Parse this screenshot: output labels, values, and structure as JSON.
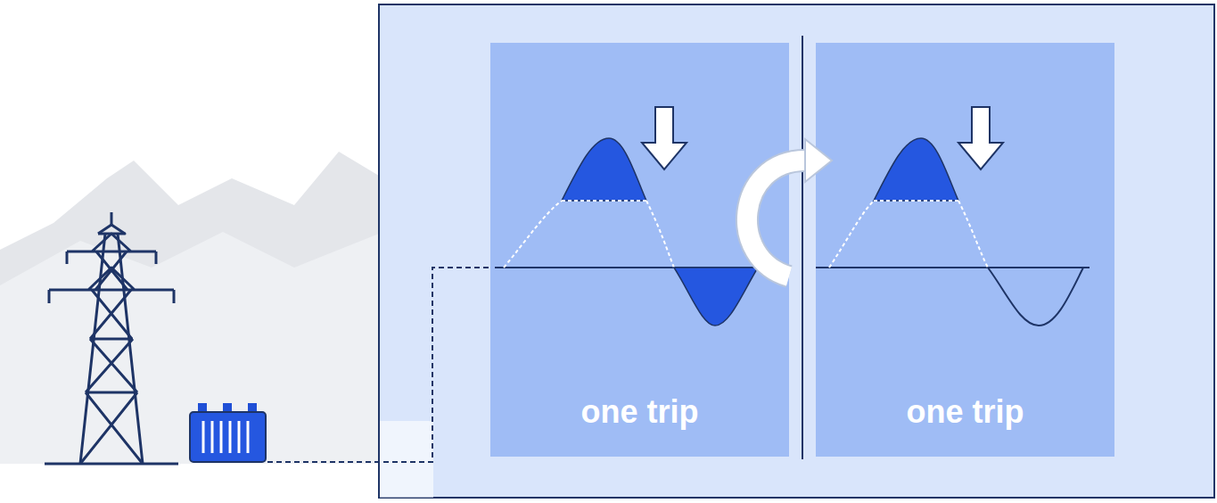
{
  "diagram": {
    "nodes": [
      {
        "text": [
          "one trip"
        ]
      },
      {
        "text": [
          "one trip"
        ]
      }
    ],
    "edges": [
      {
        "from": 0,
        "to": 1,
        "arrow": "to"
      }
    ]
  }
}
